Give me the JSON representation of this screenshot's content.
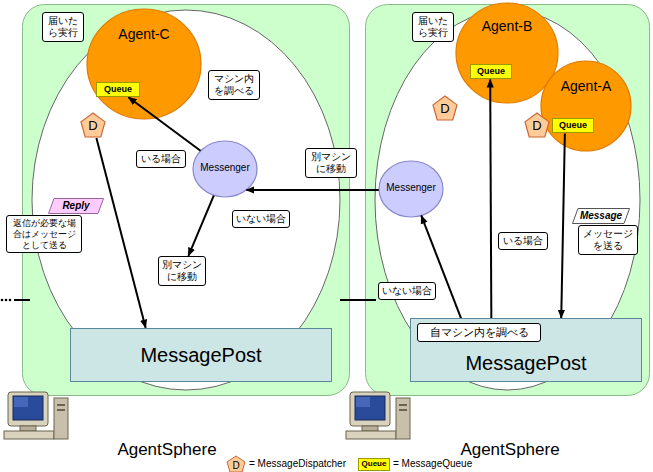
{
  "diagram": {
    "nodes": [
      {
        "text": [
          "AgentSphere"
        ]
      },
      {
        "text": [
          "届いたら実行"
        ],
        "in": 0
      },
      {
        "text": [
          "Agent-C"
        ],
        "in": 0
      },
      {
        "text": [
          "Queue"
        ],
        "in": 2
      },
      {
        "text": [
          "D"
        ],
        "in": 0
      },
      {
        "text": [
          "マシン内を調べる"
        ],
        "in": 0
      },
      {
        "text": [
          "Messenger"
        ],
        "in": 0
      },
      {
        "text": [
          "いる場合"
        ],
        "in": 0
      },
      {
        "text": [
          "いない場合"
        ],
        "in": 0
      },
      {
        "text": [
          "別マシンに移動"
        ],
        "in": 0
      },
      {
        "text": [
          "Reply"
        ],
        "in": 0
      },
      {
        "text": [
          "返信が必要な場合はメッセージとして送る"
        ],
        "in": 0
      },
      {
        "text": [
          "MessagePost"
        ],
        "in": 0
      },
      {
        "text": [
          "別マシンに移動"
        ]
      },
      {
        "text": [
          "AgentSphere"
        ]
      },
      {
        "text": [
          "届いたら実行"
        ],
        "in": 14
      },
      {
        "text": [
          "Agent-B"
        ],
        "in": 14
      },
      {
        "text": [
          "Queue"
        ],
        "in": 16
      },
      {
        "text": [
          "D"
        ],
        "in": 14
      },
      {
        "text": [
          "Agent-A"
        ],
        "in": 14
      },
      {
        "text": [
          "Queue"
        ],
        "in": 19
      },
      {
        "text": [
          "D"
        ],
        "in": 14
      },
      {
        "text": [
          "Messenger"
        ],
        "in": 14
      },
      {
        "text": [
          "いる場合"
        ],
        "in": 14
      },
      {
        "text": [
          "いない場合"
        ],
        "in": 14
      },
      {
        "text": [
          "Message"
        ],
        "in": 14
      },
      {
        "text": [
          "メッセージを送る"
        ],
        "in": 14
      },
      {
        "text": [
          "MessagePost"
        ],
        "in": 14
      },
      {
        "text": [
          "自マシン内を調べる"
        ],
        "in": 27
      }
    ],
    "edges": [
      {
        "from": 20,
        "to": 27,
        "arrow": "to"
      },
      {
        "from": 28,
        "to": 17,
        "arrow": "to"
      },
      {
        "from": 28,
        "to": 22,
        "arrow": "to"
      },
      {
        "from": 22,
        "to": 6,
        "arrow": "to"
      },
      {
        "from": 6,
        "to": 3,
        "arrow": "to"
      },
      {
        "from": 6,
        "to": 9,
        "arrow": "to"
      },
      {
        "from": 4,
        "to": 12,
        "arrow": "to"
      }
    ],
    "labels": [
      "D",
      "Queue"
    ],
    "legend": [
      {
        "text": "= MessageDispatcher"
      },
      {
        "text": "= MessageQueue",
        "color": "#ffff00"
      }
    ]
  }
}
